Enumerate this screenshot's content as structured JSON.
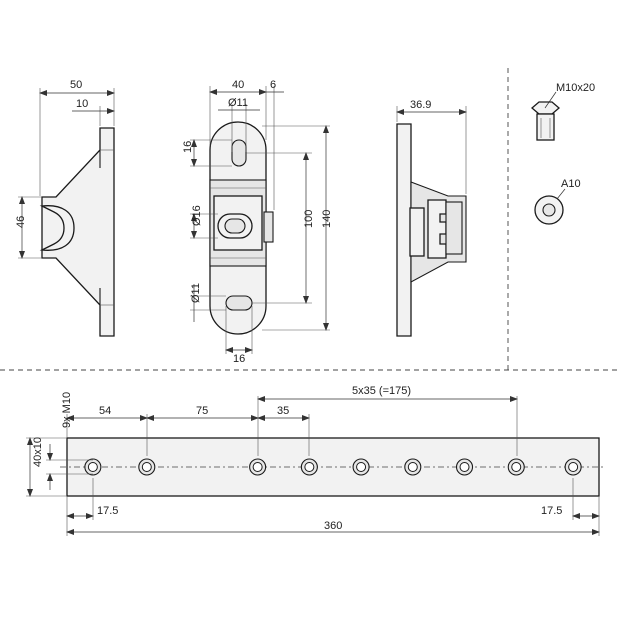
{
  "views": {
    "side_left": {
      "dims": {
        "width": "50",
        "flange": "10",
        "height": "46"
      }
    },
    "front": {
      "dims": {
        "width": "40",
        "offset": "6",
        "top_hole": "Ø11",
        "slot_height": "16",
        "center_hole": "Ø16",
        "bottom_hole": "Ø11",
        "bottom_width": "16",
        "span": "100",
        "total": "140"
      }
    },
    "side_right": {
      "dims": {
        "depth": "36.9"
      }
    }
  },
  "hardware": {
    "bolt_label": "M10x20",
    "washer_label": "A10"
  },
  "rail": {
    "dims": {
      "first_hole": "54",
      "second_gap": "75",
      "pitch": "35",
      "group": "5x35 (=175)",
      "holes": "9x M10",
      "section": "40x10",
      "edge_left": "17.5",
      "edge_right": "17.5",
      "length": "360"
    },
    "hole_count": 9
  }
}
